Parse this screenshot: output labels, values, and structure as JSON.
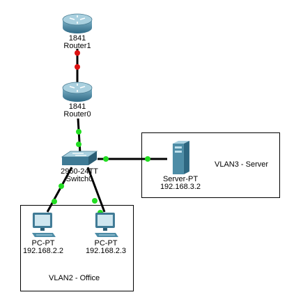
{
  "devices": {
    "router1": {
      "model": "1841",
      "name": "Router1"
    },
    "router0": {
      "model": "1841",
      "name": "Router0"
    },
    "switch0": {
      "model": "2960-24TT",
      "name": "Switch0"
    },
    "server": {
      "model": "Server-PT",
      "ip": "192.168.3.2"
    },
    "pc1": {
      "model": "PC-PT",
      "ip": "192.168.2.2"
    },
    "pc2": {
      "model": "PC-PT",
      "ip": "192.168.2.3"
    }
  },
  "vlans": {
    "vlan3": {
      "label": "VLAN3 - Server"
    },
    "vlan2": {
      "label": "VLAN2 - Office"
    }
  },
  "link_status_colors": {
    "up": "#22dd22",
    "down": "#dd1111"
  },
  "links": [
    {
      "from": "router1",
      "to": "router0",
      "status": "down"
    },
    {
      "from": "router0",
      "to": "switch0",
      "status": "up"
    },
    {
      "from": "switch0",
      "to": "server",
      "status": "up"
    },
    {
      "from": "switch0",
      "to": "pc1",
      "status": "up"
    },
    {
      "from": "switch0",
      "to": "pc2",
      "status": "up"
    }
  ]
}
